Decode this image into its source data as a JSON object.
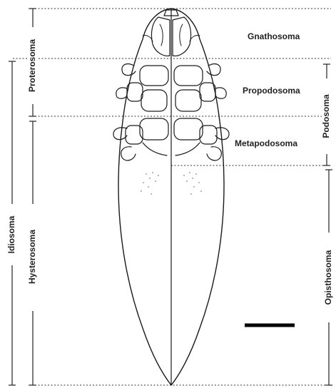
{
  "regions_right": [
    {
      "key": "gnathosoma",
      "label": "Gnathosoma"
    },
    {
      "key": "propodosoma",
      "label": "Propodosoma"
    },
    {
      "key": "metapodosoma",
      "label": "Metapodosoma"
    }
  ],
  "brackets_right": [
    {
      "key": "podosoma",
      "label": "Podosoma"
    },
    {
      "key": "opisthosoma",
      "label": "Opisthosoma"
    }
  ],
  "brackets_left": [
    {
      "key": "proterosoma",
      "label": "Proterosoma"
    },
    {
      "key": "hysterosoma",
      "label": "Hysterosoma"
    },
    {
      "key": "idiosoma",
      "label": "Idiosoma"
    }
  ]
}
